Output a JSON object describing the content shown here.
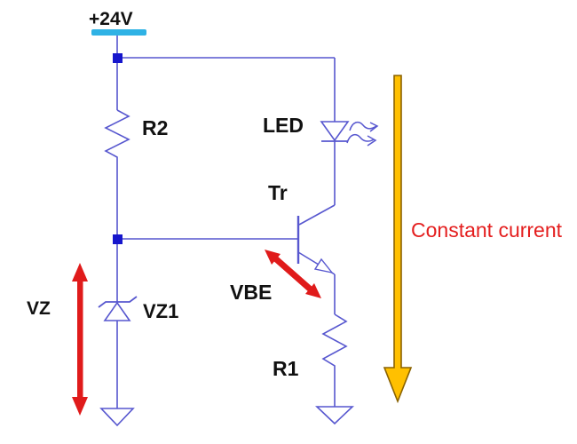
{
  "figure": {
    "type": "circuit-schematic",
    "description": "Constant current LED driver circuit with zener reference"
  },
  "labels": {
    "supply_voltage": "+24V",
    "resistor_top": "R2",
    "led": "LED",
    "transistor": "Tr",
    "base_emitter_voltage": "VBE",
    "zener_voltage": "VZ",
    "zener_diode": "VZ1",
    "emitter_resistor": "R1",
    "current_annotation": "Constant current"
  },
  "components": [
    {
      "ref": "+24V",
      "kind": "supply-rail"
    },
    {
      "ref": "R2",
      "kind": "resistor"
    },
    {
      "ref": "LED",
      "kind": "light-emitting-diode"
    },
    {
      "ref": "Tr",
      "kind": "npn-transistor"
    },
    {
      "ref": "VZ1",
      "kind": "zener-diode"
    },
    {
      "ref": "R1",
      "kind": "resistor"
    },
    {
      "ref": "GND",
      "kind": "ground-symbol",
      "count": 2
    }
  ],
  "annotations": [
    {
      "name": "VZ",
      "style": "red-double-arrow-vertical"
    },
    {
      "name": "VBE",
      "style": "red-double-arrow-diagonal"
    },
    {
      "name": "Constant current",
      "style": "gold-down-arrow"
    }
  ],
  "colors": {
    "wire": "#5757cf",
    "junction_node": "#1616cc",
    "supply_rail": "#2fb2e5",
    "annotation_red": "#e01b1b",
    "current_arrow_fill": "#ffc000",
    "current_arrow_border": "#8a6200",
    "label_text": "#111111",
    "current_label_red": "#e41e1e",
    "background": "#ffffff"
  }
}
